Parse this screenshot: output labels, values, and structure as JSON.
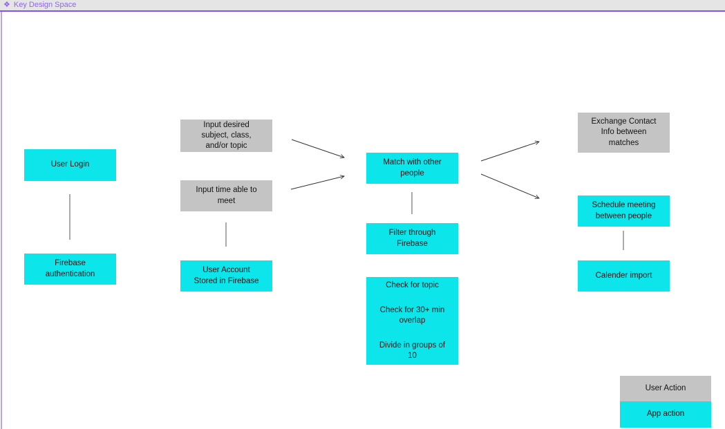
{
  "frame": {
    "title": "Key Design Space",
    "icon_glyph": "❖"
  },
  "colors": {
    "user_action_gray": "#c4c4c4",
    "app_action_cyan": "#0ce5ea",
    "frame_accent_purple": "#8353ef",
    "canvas_background": "#e5e5e5"
  },
  "nodes": {
    "user_login": {
      "label": "User Login",
      "type": "app-action"
    },
    "firebase_auth": {
      "label": "Firebase authentication",
      "type": "app-action"
    },
    "input_subject": {
      "label": "Input desired subject, class, and/or topic",
      "type": "user-action"
    },
    "input_time": {
      "label": "Input time able to meet",
      "type": "user-action"
    },
    "user_account": {
      "label": "User Account Stored in Firebase",
      "type": "app-action"
    },
    "match": {
      "label": "Match with other people",
      "type": "app-action"
    },
    "filter": {
      "label": "Filter through Firebase",
      "type": "app-action"
    },
    "check": {
      "lines": [
        "Check for topic",
        "Check for 30+ min overlap",
        "Divide in groups of 10"
      ],
      "type": "app-action"
    },
    "exchange": {
      "label": "Exchange Contact Info between matches",
      "type": "user-action"
    },
    "schedule": {
      "label": "Schedule meeting between people",
      "type": "app-action"
    },
    "calender": {
      "label": "Calender import",
      "type": "app-action"
    }
  },
  "legend": {
    "user_action": "User Action",
    "app_action": "App action"
  }
}
